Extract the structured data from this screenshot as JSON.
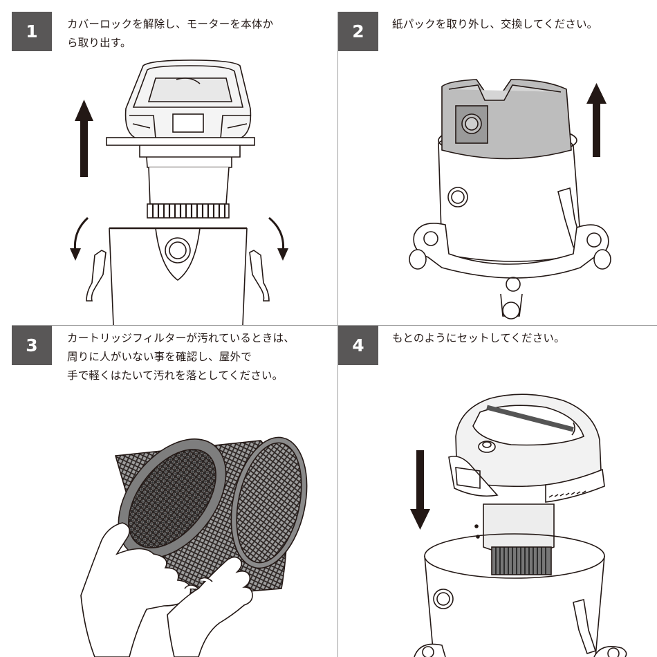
{
  "steps": [
    {
      "number": "1",
      "text": "カバーロックを解除し、モーターを本体か\nら取り出す。"
    },
    {
      "number": "2",
      "text": "紙パックを取り外し、交換してください。"
    },
    {
      "number": "3",
      "text": "カートリッジフィルターが汚れているときは、\n周りに人がいない事を確認し、屋外で\n手で軽くはたいて汚れを落としてください。"
    },
    {
      "number": "4",
      "text": "もとのようにセットしてください。"
    }
  ]
}
